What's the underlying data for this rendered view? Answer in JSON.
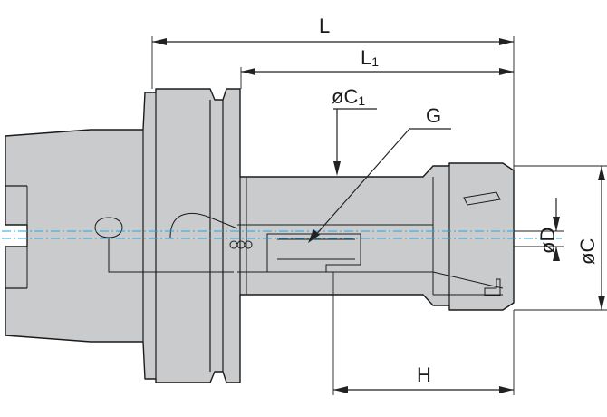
{
  "labels": {
    "L": "L",
    "L1_main": "L",
    "L1_sub": "1",
    "C1_main": "øC",
    "C1_sub": "1",
    "G": "G",
    "D": "øD",
    "C": "øC",
    "H": "H"
  },
  "colors": {
    "body_fill": "#c9cbcd",
    "outline": "#1b1b1b",
    "centerline": "#2aa3e3"
  }
}
